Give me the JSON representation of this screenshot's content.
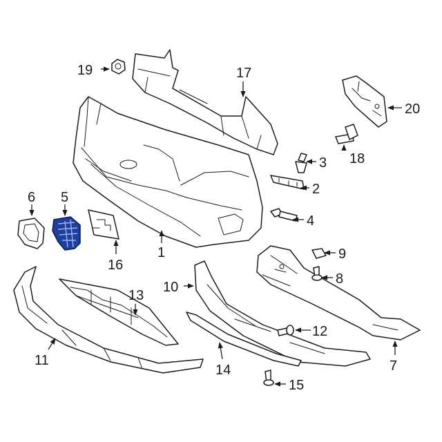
{
  "diagram": {
    "callouts": [
      {
        "id": "1",
        "label": "1"
      },
      {
        "id": "2",
        "label": "2"
      },
      {
        "id": "3",
        "label": "3"
      },
      {
        "id": "4",
        "label": "4"
      },
      {
        "id": "5",
        "label": "5",
        "highlighted": true
      },
      {
        "id": "6",
        "label": "6"
      },
      {
        "id": "7",
        "label": "7"
      },
      {
        "id": "8",
        "label": "8"
      },
      {
        "id": "9",
        "label": "9"
      },
      {
        "id": "10",
        "label": "10"
      },
      {
        "id": "11",
        "label": "11"
      },
      {
        "id": "12",
        "label": "12"
      },
      {
        "id": "13",
        "label": "13"
      },
      {
        "id": "14",
        "label": "14"
      },
      {
        "id": "15",
        "label": "15"
      },
      {
        "id": "16",
        "label": "16"
      },
      {
        "id": "17",
        "label": "17"
      },
      {
        "id": "18",
        "label": "18"
      },
      {
        "id": "19",
        "label": "19"
      },
      {
        "id": "20",
        "label": "20"
      }
    ],
    "highlight_color": "#1f3f9e",
    "line_color": "#1a1a1a"
  }
}
